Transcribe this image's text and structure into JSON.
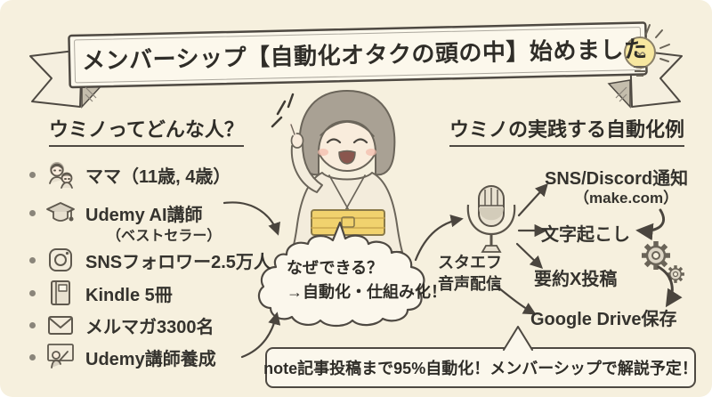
{
  "banner": {
    "title": "メンバーシップ【自動化オタクの頭の中】始めました",
    "icon": "lightbulb-icon"
  },
  "profile": {
    "heading": "ウミノってどんな人？",
    "items": [
      {
        "icon": "family-icon",
        "label": "ママ（11歳, 4歳）"
      },
      {
        "icon": "graduation-cap-icon",
        "label": "Udemy AI講師",
        "sub": "（ベストセラー）"
      },
      {
        "icon": "instagram-icon",
        "label": "SNSフォロワー2.5万人"
      },
      {
        "icon": "book-icon",
        "label": "Kindle 5冊"
      },
      {
        "icon": "envelope-icon",
        "label": "メルマガ3300名"
      },
      {
        "icon": "teacher-icon",
        "label": "Udemy講師養成"
      }
    ]
  },
  "bubble": {
    "line1": "なぜできる？",
    "line2": "→自動化・仕組み化！"
  },
  "automation": {
    "heading": "ウミノの実践する自動化例",
    "source": {
      "icon": "microphone-icon",
      "line1": "スタエフ",
      "line2": "音声配信"
    },
    "steps": [
      {
        "label": "SNS/Discord通知",
        "sub": "（make.com）"
      },
      {
        "label": "文字起こし"
      },
      {
        "label": "要約X投稿"
      },
      {
        "label": "Google Drive保存"
      }
    ],
    "gears_icon": "gears-icon"
  },
  "footer": {
    "text": "note記事投稿まで95%自動化！メンバーシップで解説予定！"
  },
  "colors": {
    "background": "#f6f0de",
    "paper": "#fbf7ec",
    "ink": "#35332e",
    "line": "#4e4942",
    "accent_yellow": "#f1d26e",
    "bulb_yellow": "#f7e7a0",
    "blush_pink": "#f3bdae"
  }
}
